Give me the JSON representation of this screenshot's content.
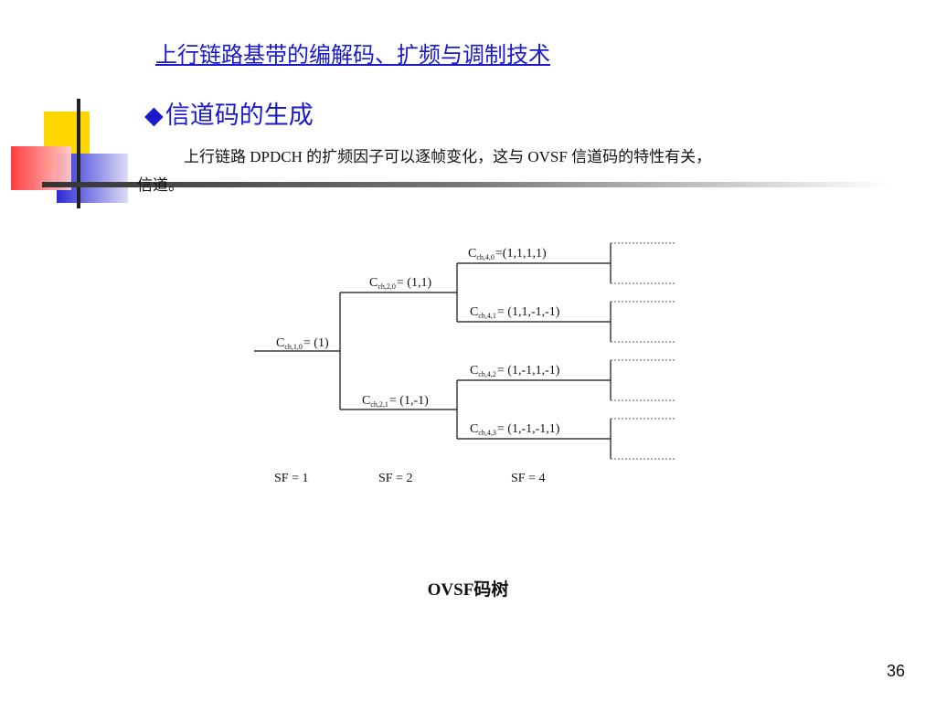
{
  "slide": {
    "title": "上行链路基带的编解码、扩频与调制技术",
    "heading_bullet": "◆",
    "heading": "信道码的生成",
    "body_line1": "上行链路 DPDCH 的扩频因子可以逐帧变化，这与 OVSF 信道码的特性有关，",
    "body_line2": "信道。",
    "caption": "OVSF码树",
    "page_number": "36"
  },
  "colors": {
    "title": "#1a1acc",
    "deco_yellow": "#ffd700",
    "deco_red": "#ff3333",
    "deco_blue": "#2b2bd6",
    "line": "#111111"
  },
  "tree": {
    "nodes": [
      {
        "id": "c10",
        "base": "C",
        "sub": "ch,1,0",
        "value": "= (1)"
      },
      {
        "id": "c20",
        "base": "C",
        "sub": "ch,2,0",
        "value": "= (1,1)"
      },
      {
        "id": "c21",
        "base": "C",
        "sub": "ch,2,1",
        "value": "= (1,-1)"
      },
      {
        "id": "c40",
        "base": "C",
        "sub": "ch,4,0",
        "value": "=(1,1,1,1)"
      },
      {
        "id": "c41",
        "base": "C",
        "sub": "ch,4,1",
        "value": "= (1,1,-1,-1)"
      },
      {
        "id": "c42",
        "base": "C",
        "sub": "ch,4,2",
        "value": "= (1,-1,1,-1)"
      },
      {
        "id": "c43",
        "base": "C",
        "sub": "ch,4,3",
        "value": "= (1,-1,-1,1)"
      }
    ],
    "sf_labels": [
      "SF = 1",
      "SF = 2",
      "SF = 4"
    ]
  }
}
